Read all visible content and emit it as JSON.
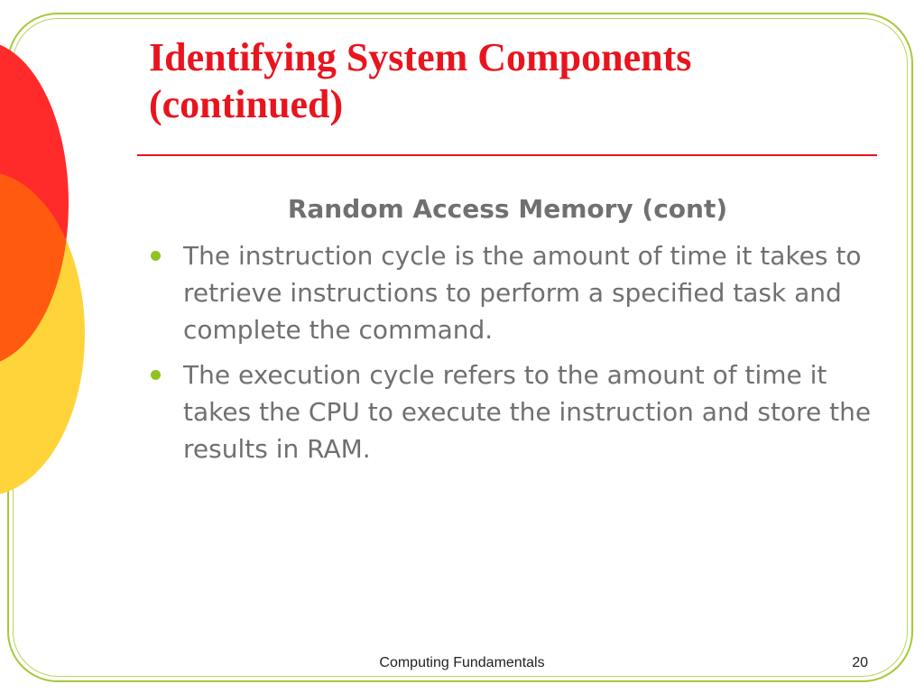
{
  "slide": {
    "title": "Identifying System Components (continued)",
    "subheading": "Random Access Memory (cont)",
    "bullets": [
      {
        "text": "The instruction cycle is the amount of time it takes to retrieve instructions to perform a specified task and complete the command."
      },
      {
        "text": "The execution cycle refers to the amount of time it takes the CPU to execute the instruction and store the results in RAM."
      }
    ],
    "footer": "Computing Fundamentals",
    "page_number": "20"
  },
  "colors": {
    "title": "#e8141e",
    "body_text": "#707070",
    "bullet": "#8fc31f",
    "frame": "#a6c93a",
    "circle_red": "#ff2a2a",
    "circle_yellow": "#ffd43a"
  }
}
